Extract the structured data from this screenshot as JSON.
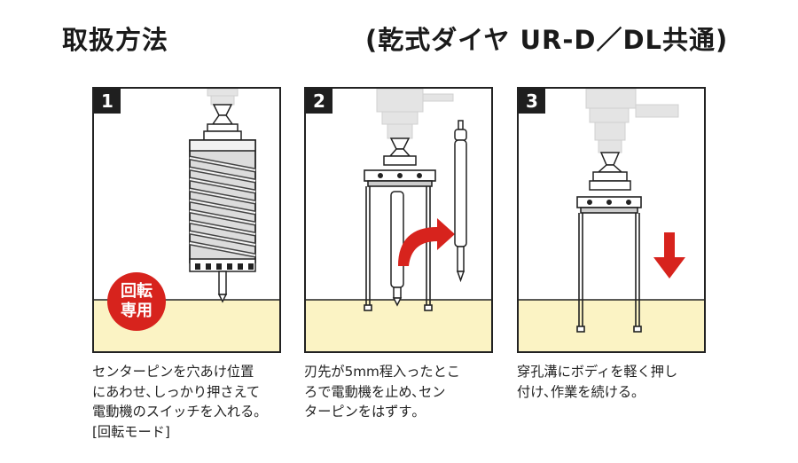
{
  "header": {
    "title": "取扱方法",
    "subtitle": "(乾式ダイヤ UR-D／DL共通)"
  },
  "steps": [
    {
      "number": "1",
      "caption": "センターピンを穴あけ位置\nにあわせ､しっかり押さえて\n電動機のスイッチを入れる｡\n[回転モード]",
      "badge_line1": "回転",
      "badge_line2": "専用"
    },
    {
      "number": "2",
      "caption": "刃先が5mm程入ったとこ\nろで電動機を止め､セン\nターピンをはずす｡"
    },
    {
      "number": "3",
      "caption": "穿孔溝にボディを軽く押し\n付け､作業を続ける｡"
    }
  ],
  "colors": {
    "ground": "#fbf3c4",
    "accent_red": "#d7231d",
    "machine_gray": "#e2e2e2",
    "outline": "#222222"
  },
  "icons": [
    "drill-chuck-icon",
    "core-bit-icon",
    "center-pin-icon",
    "red-curved-arrow-icon",
    "red-down-arrow-icon"
  ]
}
